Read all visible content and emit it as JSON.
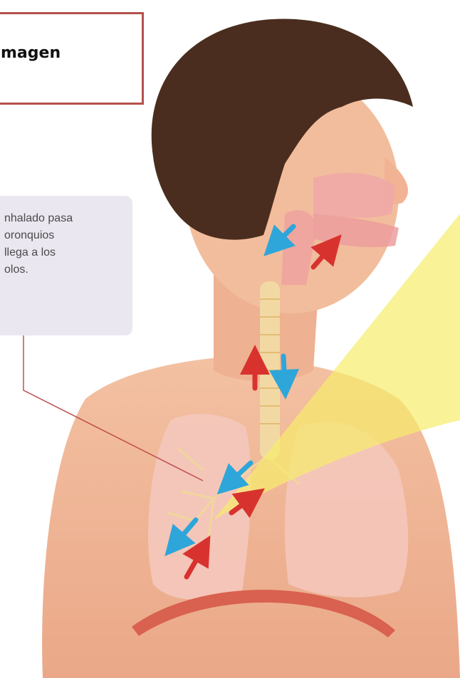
{
  "title": {
    "text": "magen"
  },
  "callout": {
    "lines": [
      "nhalado pasa",
      "oronquios",
      "llega a los",
      "olos."
    ]
  },
  "colors": {
    "title_border": "#b5504c",
    "callout_bg": "#ebe7f0",
    "skin": "#f1b896",
    "hair": "#4a2d1e",
    "lung": "#f4c8bd",
    "trachea": "#f2d9a4",
    "diaphragm": "#d9614f",
    "highlight": "#f7ec6b",
    "arrow_in": "#2ea6d9",
    "arrow_out": "#d8322f",
    "leader_line": "#c0504d"
  },
  "icons": {
    "inhale_arrow": "blue-arrow-icon",
    "exhale_arrow": "red-arrow-icon"
  }
}
